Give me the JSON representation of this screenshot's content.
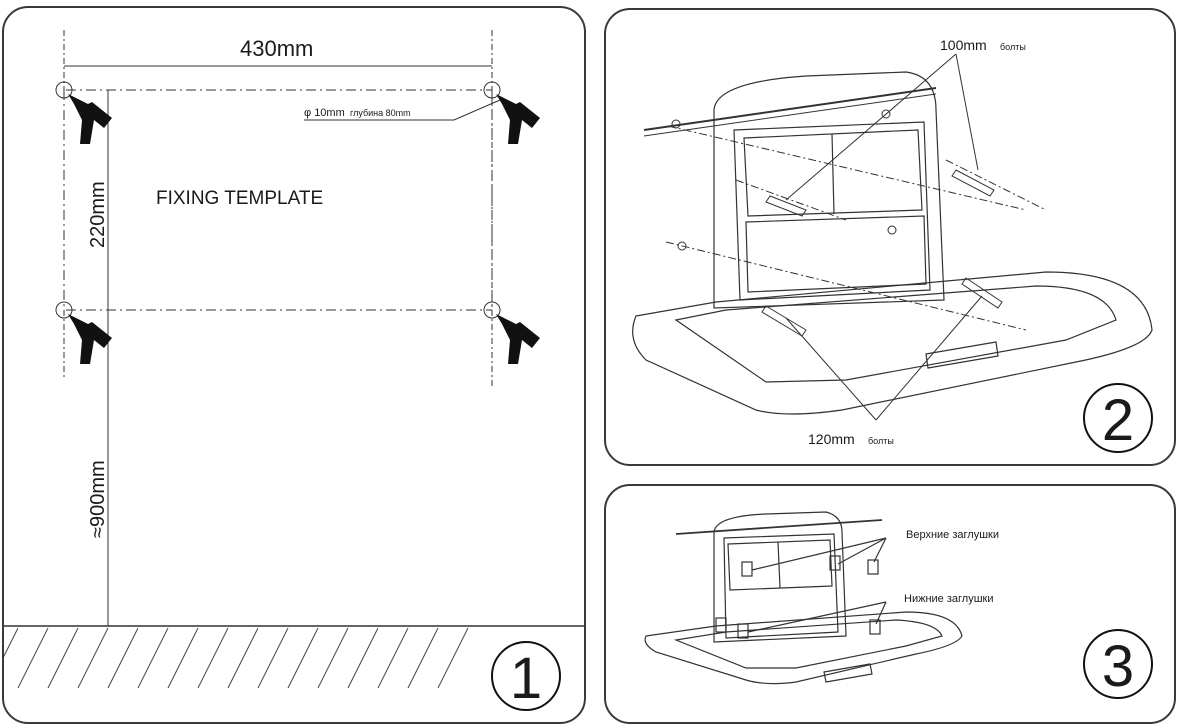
{
  "panel1": {
    "width_label": "430mm",
    "height_label": "220mm",
    "floor_label": "≈900mm",
    "hole_spec": "φ 10mm",
    "hole_depth": "глубина 80mm",
    "template_title": "FIXING TEMPLATE",
    "step": "1"
  },
  "panel2": {
    "top_bolts": "100mm",
    "top_bolts_unit": "болты",
    "bottom_bolts": "120mm",
    "bottom_bolts_unit": "болты",
    "step": "2"
  },
  "panel3": {
    "upper_caps": "Верхние заглушки",
    "lower_caps": "Нижние заглушки",
    "step": "3"
  }
}
